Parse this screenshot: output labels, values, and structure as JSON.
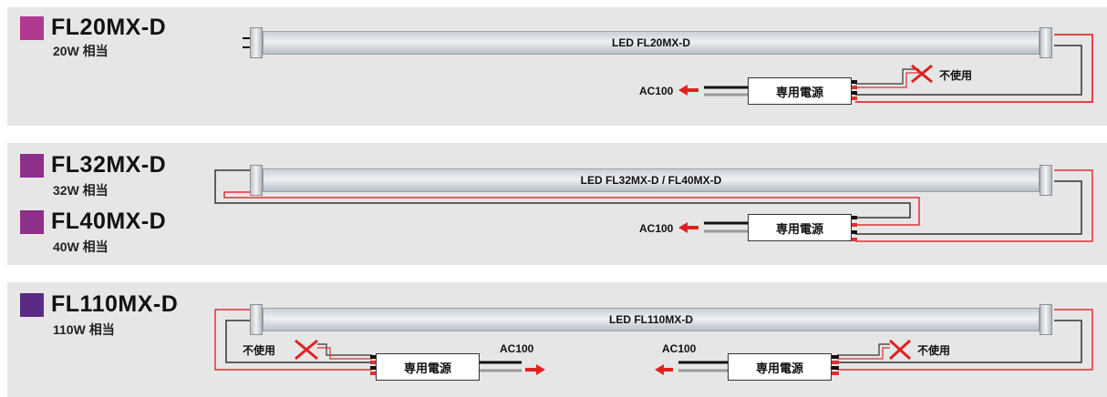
{
  "colors": {
    "fl20_square": "#b03a8f",
    "fl32_square": "#8e2f8a",
    "fl40_square": "#8e2f8a",
    "fl110_square": "#5a2a85",
    "wire_red": "#e03030",
    "cross_red": "#e02020",
    "arrow_red": "#e02020",
    "panel_bg": "#e6e6e6"
  },
  "panels": [
    {
      "models": [
        {
          "name": "FL20MX-D",
          "equiv": "20W 相当"
        }
      ],
      "tube_label": "LED FL20MX-D",
      "psu_labels": [
        "専用電源"
      ],
      "ac_labels": [
        "AC100"
      ],
      "unused_labels": [
        "不使用"
      ]
    },
    {
      "models": [
        {
          "name": "FL32MX-D",
          "equiv": "32W 相当"
        },
        {
          "name": "FL40MX-D",
          "equiv": "40W 相当"
        }
      ],
      "tube_label": "LED FL32MX-D / FL40MX-D",
      "psu_labels": [
        "専用電源"
      ],
      "ac_labels": [
        "AC100"
      ],
      "unused_labels": []
    },
    {
      "models": [
        {
          "name": "FL110MX-D",
          "equiv": "110W 相当"
        }
      ],
      "tube_label": "LED FL110MX-D",
      "psu_labels": [
        "専用電源",
        "専用電源"
      ],
      "ac_labels": [
        "AC100",
        "AC100"
      ],
      "unused_labels": [
        "不使用",
        "不使用"
      ]
    }
  ]
}
